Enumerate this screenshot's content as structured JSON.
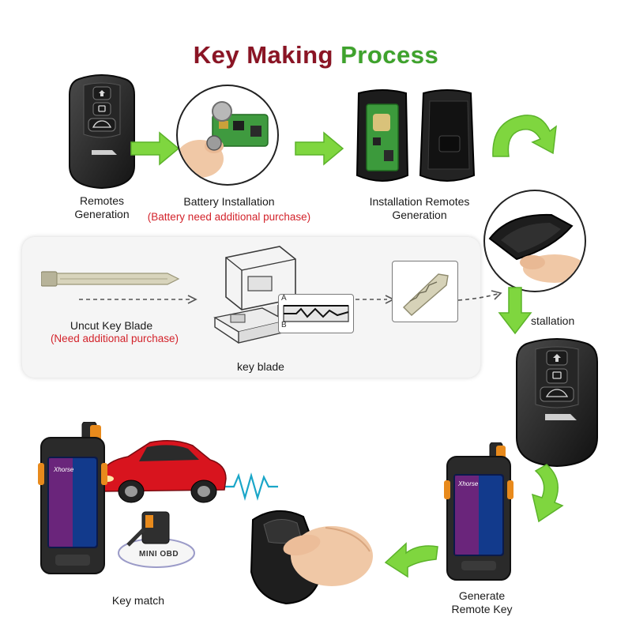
{
  "title": {
    "part1": "Key Making",
    "part2": "Process"
  },
  "steps": {
    "remotes_generation": "Remotes\nGeneration",
    "battery_installation": "Battery Installation",
    "battery_note": "(Battery need additional purchase)",
    "installation_remotes_generation": "Installation Remotes\nGeneration",
    "installation": "stallation",
    "uncut_key_blade": "Uncut Key  Blade",
    "uncut_note": "(Need additional purchase)",
    "key_blade": "key blade",
    "generate_remote_key": "Generate\nRemote Key",
    "key_match": "Key match"
  },
  "device": {
    "brand": "Xhorse",
    "badge": "MINI OBD"
  },
  "blade_marks": {
    "a": "A",
    "b": "B"
  },
  "colors": {
    "title_dark": "#8a1424",
    "title_green": "#3ea22c",
    "note_red": "#d3232b",
    "arrow_green": "#7fd63f",
    "device_orange": "#e88a1c",
    "car_red": "#d8141e"
  }
}
